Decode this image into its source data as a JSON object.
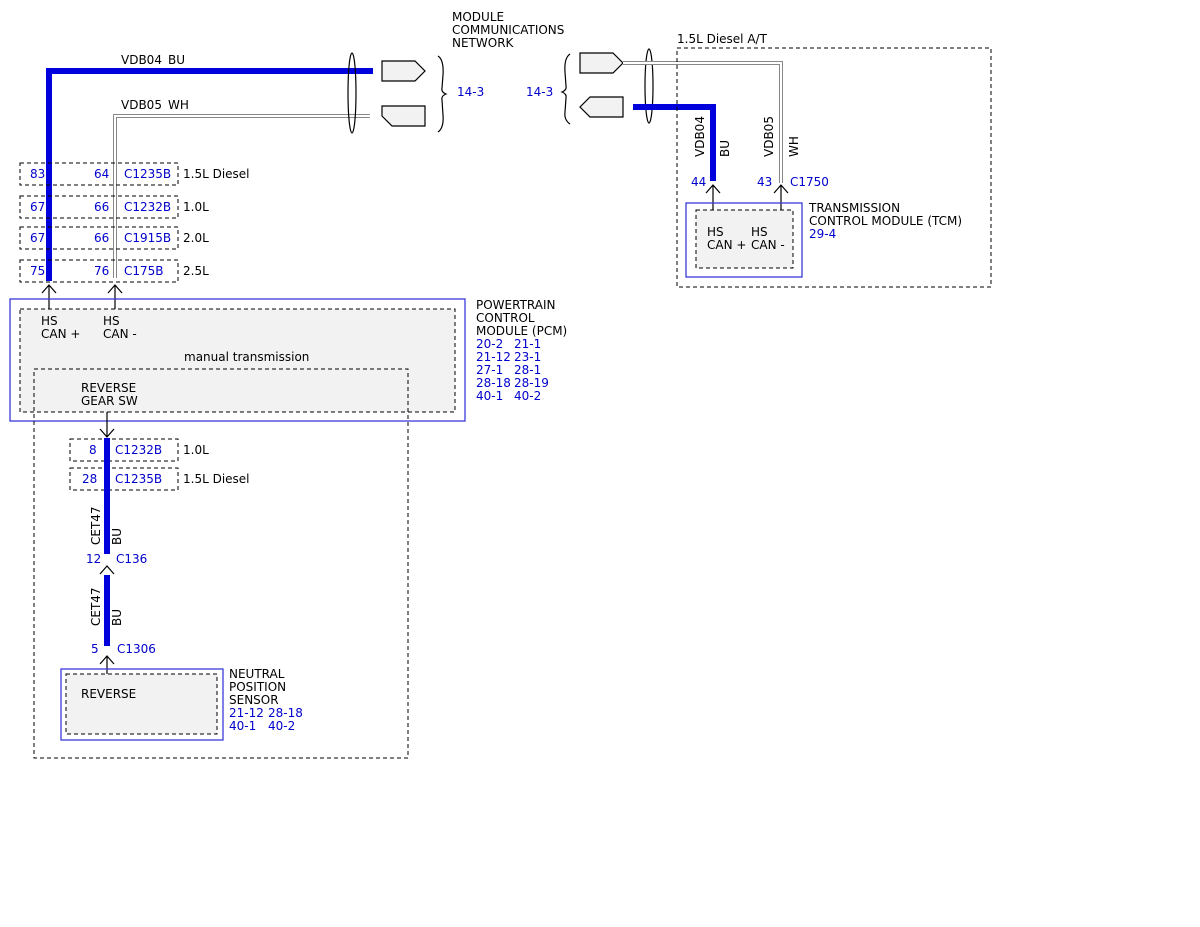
{
  "network": {
    "title_lines": [
      "MODULE",
      "COMMUNICATIONS",
      "NETWORK"
    ],
    "ref_left": "14-3",
    "ref_right": "14-3"
  },
  "top_wires": {
    "vdb04": {
      "circuit": "VDB04",
      "color": "BU"
    },
    "vdb05": {
      "circuit": "VDB05",
      "color": "WH"
    }
  },
  "pcm_connectors": [
    {
      "pin_a": "83",
      "pin_b": "64",
      "connector": "C1235B",
      "variant": "1.5L Diesel"
    },
    {
      "pin_a": "67",
      "pin_b": "66",
      "connector": "C1232B",
      "variant": "1.0L"
    },
    {
      "pin_a": "67",
      "pin_b": "66",
      "connector": "C1915B",
      "variant": "2.0L"
    },
    {
      "pin_a": "75",
      "pin_b": "76",
      "connector": "C175B",
      "variant": "2.5L"
    }
  ],
  "pcm": {
    "pin_labels": [
      [
        "HS",
        "CAN +"
      ],
      [
        "HS",
        "CAN -"
      ]
    ],
    "name_lines": [
      "POWERTRAIN",
      "CONTROL",
      "MODULE (PCM)"
    ],
    "refs": [
      [
        "20-2",
        "21-1"
      ],
      [
        "21-12",
        "23-1"
      ],
      [
        "27-1",
        "28-1"
      ],
      [
        "28-18",
        "28-19"
      ],
      [
        "40-1",
        "40-2"
      ]
    ],
    "manual_label": "manual transmission",
    "reverse_sw_lines": [
      "REVERSE",
      "GEAR SW"
    ]
  },
  "reverse_connectors": [
    {
      "pin": "8",
      "connector": "C1232B",
      "variant": "1.0L"
    },
    {
      "pin": "28",
      "connector": "C1235B",
      "variant": "1.5L Diesel"
    }
  ],
  "reverse_wire": {
    "segments": [
      {
        "circuit": "CET47",
        "color": "BU",
        "end_pin": "12",
        "end_connector": "C136"
      },
      {
        "circuit": "CET47",
        "color": "BU",
        "end_pin": "5",
        "end_connector": "C1306"
      }
    ]
  },
  "nps": {
    "inner_label": "REVERSE",
    "name_lines": [
      "NEUTRAL",
      "POSITION",
      "SENSOR"
    ],
    "refs": [
      [
        "21-12",
        "28-18"
      ],
      [
        "40-1",
        "40-2"
      ]
    ]
  },
  "tcm": {
    "variant_label": "1.5L Diesel A/T",
    "wires": [
      {
        "circuit": "VDB04",
        "color": "BU",
        "pin": "44"
      },
      {
        "circuit": "VDB05",
        "color": "WH",
        "pin": "43"
      }
    ],
    "connector": "C1750",
    "pin_labels": [
      [
        "HS",
        "CAN +"
      ],
      [
        "HS",
        "CAN -"
      ]
    ],
    "name_lines": [
      "TRANSMISSION",
      "CONTROL MODULE (TCM)"
    ],
    "ref": "29-4"
  }
}
